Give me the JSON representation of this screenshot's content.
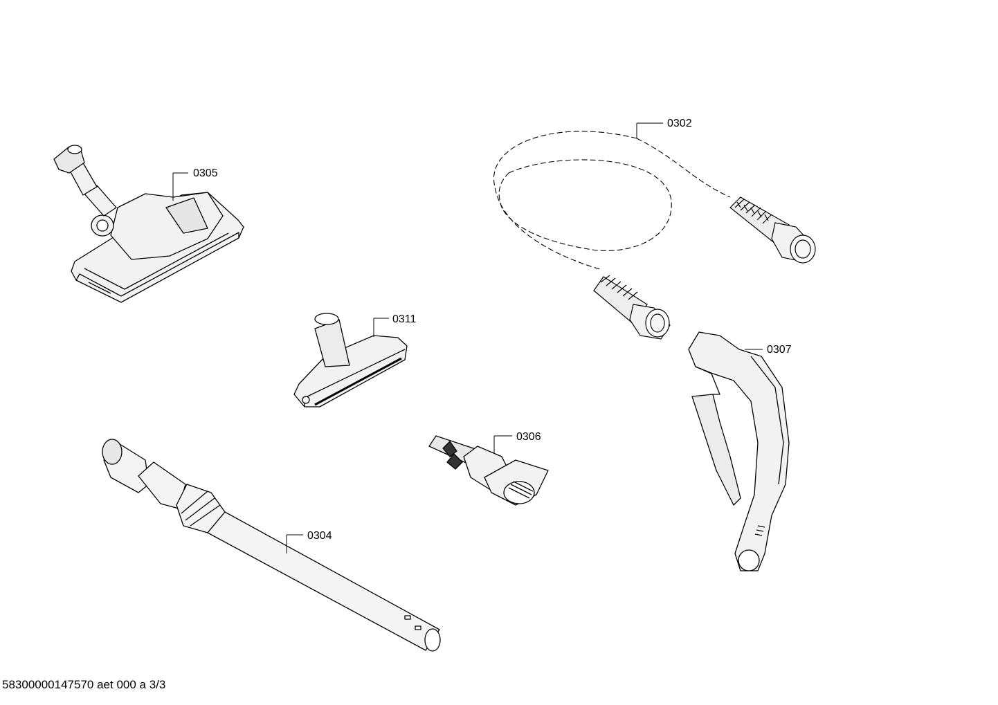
{
  "labels": {
    "hose": "0302",
    "floor_nozzle": "0305",
    "upholstery_nozzle": "0311",
    "handle": "0307",
    "adapter_nozzle": "0306",
    "tube": "0304"
  },
  "footer": "58300000147570 aet 000 a 3/3"
}
